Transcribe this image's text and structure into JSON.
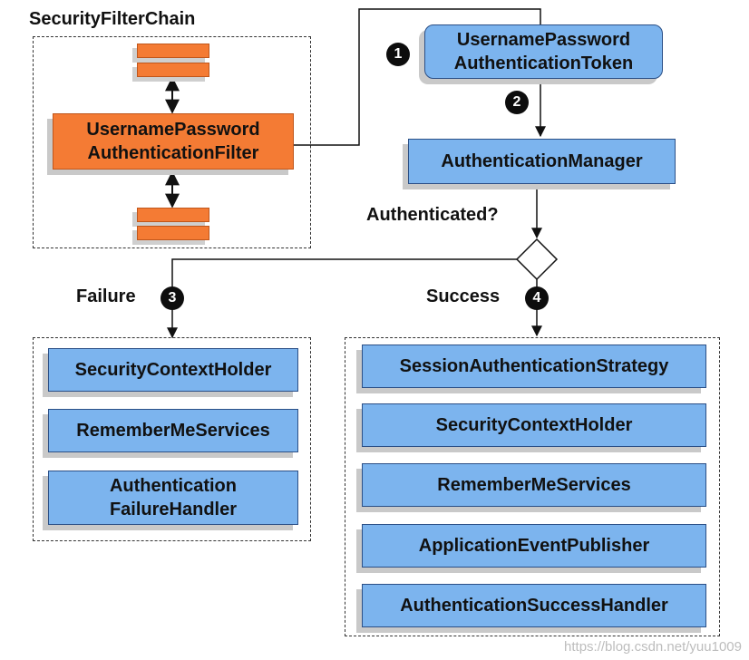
{
  "chain": {
    "title": "SecurityFilterChain",
    "filter_line1": "UsernamePassword",
    "filter_line2": "AuthenticationFilter"
  },
  "token": {
    "line1": "UsernamePassword",
    "line2": "AuthenticationToken"
  },
  "manager": {
    "label": "AuthenticationManager"
  },
  "decision": {
    "label": "Authenticated?"
  },
  "failure": {
    "label": "Failure",
    "items": [
      {
        "line1": "SecurityContextHolder"
      },
      {
        "line1": "RememberMeServices"
      },
      {
        "line1": "Authentication",
        "line2": "FailureHandler"
      }
    ]
  },
  "success": {
    "label": "Success",
    "items": [
      "SessionAuthenticationStrategy",
      "SecurityContextHolder",
      "RememberMeServices",
      "ApplicationEventPublisher",
      "AuthenticationSuccessHandler"
    ]
  },
  "badges": [
    "1",
    "2",
    "3",
    "4"
  ],
  "colors": {
    "box_fill": "#7cb4ee",
    "filter_fill": "#f47b34",
    "badge_fill": "#0d0d0d"
  },
  "watermark": "https://blog.csdn.net/yuu1009"
}
